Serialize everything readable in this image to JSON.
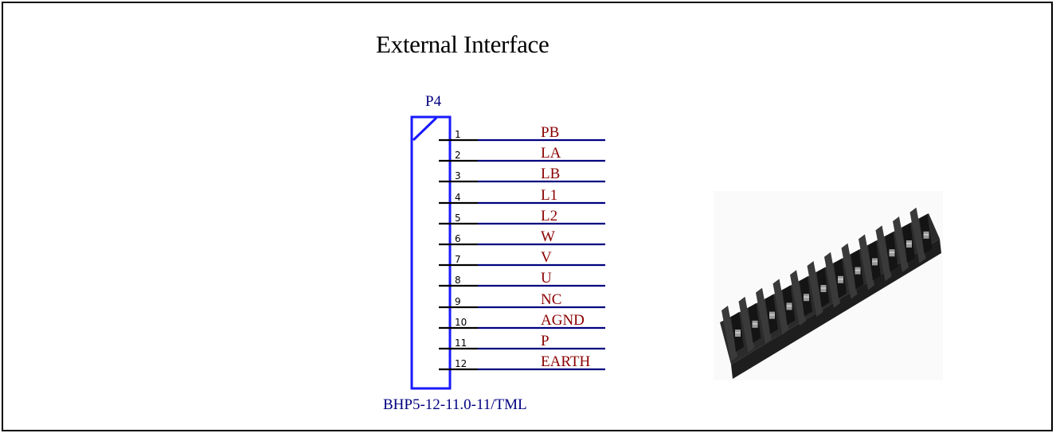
{
  "title": "External Interface",
  "designator": "P4",
  "part_number": "BHP5-12-11.0-11/TML",
  "pins": [
    {
      "number": "1",
      "net": "PB"
    },
    {
      "number": "2",
      "net": "LA"
    },
    {
      "number": "3",
      "net": "LB"
    },
    {
      "number": "4",
      "net": "L1"
    },
    {
      "number": "5",
      "net": "L2"
    },
    {
      "number": "6",
      "net": "W"
    },
    {
      "number": "7",
      "net": "V"
    },
    {
      "number": "8",
      "net": "U"
    },
    {
      "number": "9",
      "net": "NC"
    },
    {
      "number": "10",
      "net": "AGND"
    },
    {
      "number": "11",
      "net": "P"
    },
    {
      "number": "12",
      "net": "EARTH"
    }
  ],
  "colors": {
    "component_outline": "#1a1aff",
    "designator_text": "#000080",
    "net_text": "#8b0000",
    "wire": "#000080",
    "pin": "#000000"
  },
  "photo": {
    "icon": "terminal-block-photo",
    "positions": 12
  }
}
